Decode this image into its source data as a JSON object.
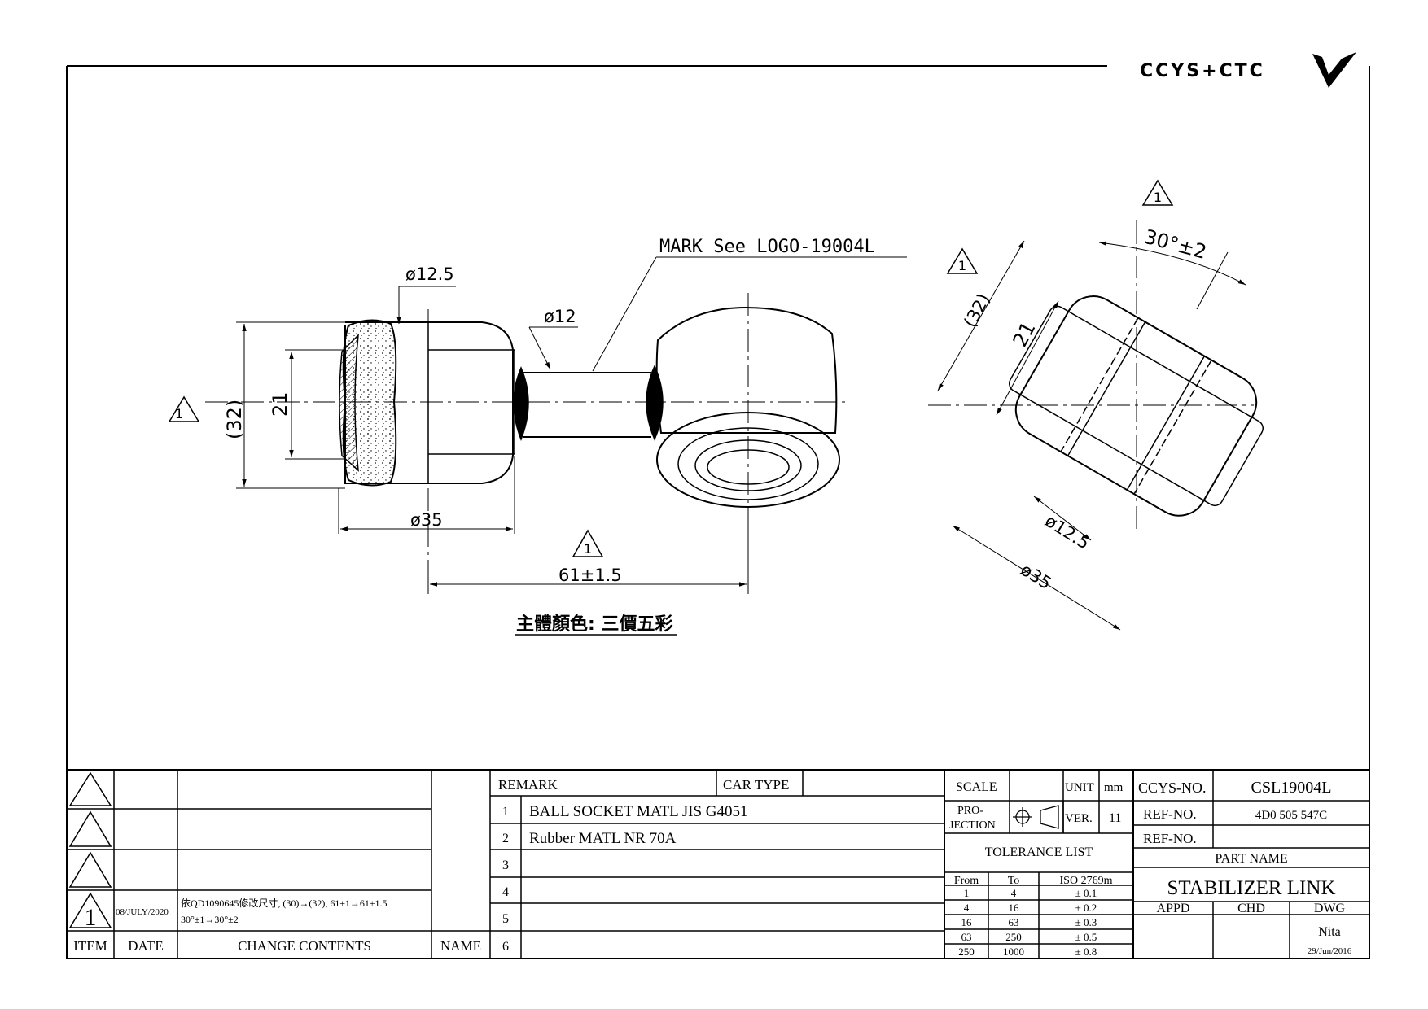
{
  "brand": {
    "logo_text": "CCYS+CTC"
  },
  "drawing": {
    "mark_note": "MARK See LOGO-19004L",
    "color_note": "主體顏色: 三價五彩",
    "revision_mark": "1",
    "dims": {
      "dia_12_5_top": "ø12.5",
      "dia_12": "ø12",
      "height_32": "(32)",
      "height_21": "21",
      "dia_35": "ø35",
      "length_61": "61±1.5",
      "angle": "30°±2",
      "side_32": "(32)",
      "side_21": "21",
      "side_12_5": "ø12.5",
      "side_35": "ø35"
    }
  },
  "revision_table": {
    "headers": {
      "item": "ITEM",
      "date": "DATE",
      "change": "CHANGE CONTENTS",
      "name": "NAME"
    },
    "rows": [
      {
        "item": "",
        "date": "",
        "change": "",
        "change2": "",
        "name": ""
      },
      {
        "item": "",
        "date": "",
        "change": "",
        "change2": "",
        "name": ""
      },
      {
        "item": "",
        "date": "",
        "change": "",
        "change2": "",
        "name": ""
      },
      {
        "item": "1",
        "date": "08/JULY/2020",
        "change": "依QD1090645修改尺寸, (30)→(32), 61±1→61±1.5",
        "change2": "30°±1→30°±2",
        "name": ""
      }
    ]
  },
  "remarks": {
    "remark_label": "REMARK",
    "car_type_label": "CAR TYPE",
    "car_type_value": "",
    "items": [
      {
        "no": "1",
        "text": "BALL SOCKET MATL JIS G4051"
      },
      {
        "no": "2",
        "text": "Rubber MATL NR 70A"
      },
      {
        "no": "3",
        "text": ""
      },
      {
        "no": "4",
        "text": ""
      },
      {
        "no": "5",
        "text": ""
      },
      {
        "no": "6",
        "text": ""
      }
    ]
  },
  "title_block": {
    "scale_label": "SCALE",
    "scale_value": "",
    "unit_label": "UNIT",
    "unit_value": "mm",
    "projection_label_1": "PRO-",
    "projection_label_2": "JECTION",
    "ver_label": "VER.",
    "ver_value": "11",
    "tolerance_title": "TOLERANCE LIST",
    "tol_headers": {
      "from": "From",
      "to": "To",
      "iso": "ISO 2769m"
    },
    "tolerances": [
      {
        "from": "1",
        "to": "4",
        "tol": "± 0.1"
      },
      {
        "from": "4",
        "to": "16",
        "tol": "± 0.2"
      },
      {
        "from": "16",
        "to": "63",
        "tol": "± 0.3"
      },
      {
        "from": "63",
        "to": "250",
        "tol": "± 0.5"
      },
      {
        "from": "250",
        "to": "1000",
        "tol": "± 0.8"
      }
    ],
    "ccys_no_label": "CCYS-NO.",
    "ccys_no_value": "CSL19004L",
    "ref_no_label_1": "REF-NO.",
    "ref_no_value_1": "4D0 505 547C",
    "ref_no_label_2": "REF-NO.",
    "ref_no_value_2": "",
    "part_name_label": "PART NAME",
    "part_name_value": "STABILIZER LINK",
    "appd_label": "APPD",
    "chd_label": "CHD",
    "dwg_label": "DWG",
    "dwg_name": "Nita",
    "dwg_date": "29/Jun/2016"
  }
}
